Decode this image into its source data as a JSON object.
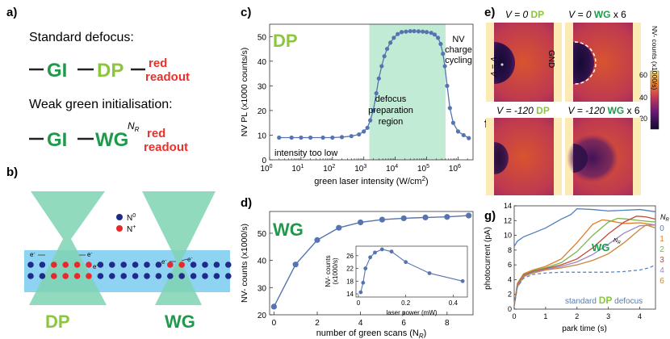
{
  "panel_a": {
    "label": "a)",
    "standard_heading": "Standard defocus:",
    "weak_heading": "Weak green initialisation:",
    "gi": "GI",
    "dp": "DP",
    "wg": "WG",
    "nr": "N",
    "nr_sub": "R",
    "red": "red",
    "readout": "readout",
    "colors": {
      "green": "#1e9a4a",
      "light_green": "#8cc63f",
      "red": "#e8322d"
    }
  },
  "panel_b": {
    "label": "b)",
    "legend_n0": "N",
    "legend_n0_sup": "0",
    "legend_nplus": "N",
    "legend_nplus_sup": "+",
    "electron": "e",
    "electron_sup": "-",
    "dp": "DP",
    "wg": "WG",
    "colors": {
      "layer": "#8fd3f2",
      "beam": "#7fd3b2",
      "n0": "#1f2a8c",
      "nplus": "#e8292b"
    }
  },
  "chart_data": [
    {
      "panel": "c)",
      "type": "line",
      "overlay_label": "DP",
      "xlabel": "green laser intensity (W/cm",
      "xlabel_sup": "2",
      "xlabel_end": ")",
      "ylabel": "NV PL (x1000 counts/s)",
      "xscale": "log",
      "xlim": [
        1,
        3000000
      ],
      "ylim": [
        0,
        55
      ],
      "yticks": [
        0,
        10,
        20,
        30,
        40,
        50
      ],
      "xtick_labels": [
        "10",
        "10",
        "10",
        "10",
        "10",
        "10",
        "10"
      ],
      "xtick_exponents": [
        "0",
        "1",
        "2",
        "3",
        "4",
        "5",
        "6"
      ],
      "xtick_values": [
        1,
        10,
        100,
        1000,
        10000,
        100000,
        1000000
      ],
      "shaded_region": [
        1500,
        400000
      ],
      "annotations": {
        "low": "intensity too low",
        "region_1": "defocus",
        "region_2": "preparation",
        "region_3": "region",
        "cycling_1": "NV",
        "cycling_2": "charge",
        "cycling_3": "cycling"
      },
      "x": [
        2,
        5,
        10,
        20,
        50,
        100,
        200,
        400,
        700,
        1000,
        1300,
        1600,
        2000,
        2500,
        3000,
        3700,
        4500,
        5500,
        7000,
        9000,
        12000,
        16000,
        22000,
        30000,
        40000,
        55000,
        75000,
        100000,
        140000,
        180000,
        230000,
        280000,
        330000,
        380000,
        450000,
        550000,
        700000,
        1000000,
        1500000,
        2200000
      ],
      "y": [
        9,
        9,
        9,
        9,
        9,
        9,
        9.2,
        9.6,
        10.3,
        11.5,
        13,
        16,
        20,
        27,
        33,
        38,
        42,
        45,
        47.5,
        49.5,
        51,
        51.8,
        52,
        52.2,
        52.2,
        52.1,
        52,
        51.8,
        51.5,
        50.8,
        49.5,
        47,
        43,
        38,
        30,
        21,
        15,
        11.5,
        10,
        8.8
      ]
    },
    {
      "panel": "d)",
      "type": "line",
      "overlay_label": "WG",
      "xlabel": "number of green scans (N",
      "xlabel_sub": "R",
      "xlabel_end": ")",
      "ylabel": "NV- counts (x1000/s)",
      "xlim": [
        -0.2,
        9.2
      ],
      "ylim": [
        20,
        58
      ],
      "xticks": [
        0,
        2,
        4,
        6,
        8
      ],
      "yticks": [
        20,
        30,
        40,
        50
      ],
      "x": [
        0,
        1,
        2,
        3,
        4,
        5,
        6,
        7,
        8,
        9
      ],
      "y": [
        23,
        38.5,
        47.5,
        52,
        54,
        55,
        55.5,
        55.8,
        56,
        56.5
      ],
      "inset": {
        "type": "line",
        "xlabel": "laser power (mW)",
        "ylabel_1": "NV- counts",
        "ylabel_2": "(x1000/s)",
        "xlim": [
          -0.01,
          0.46
        ],
        "ylim": [
          13,
          29
        ],
        "xticks": [
          0,
          0.2,
          0.4
        ],
        "xtick_labels": [
          "0",
          "0.2",
          "0.4"
        ],
        "yticks": [
          14,
          18,
          22,
          26
        ],
        "x": [
          0.01,
          0.02,
          0.03,
          0.05,
          0.07,
          0.1,
          0.14,
          0.2,
          0.3,
          0.44
        ],
        "y": [
          14.5,
          17.5,
          22,
          25.5,
          27,
          28,
          27.3,
          24,
          20.5,
          18
        ]
      }
    },
    {
      "panel": "g)",
      "type": "line",
      "overlay_label": "WG",
      "nr_label": "N",
      "nr_label_sub": "R",
      "xlabel": "park time (s)",
      "ylabel": "photocurrent (pA)",
      "xlim": [
        0,
        4.5
      ],
      "ylim": [
        0,
        14
      ],
      "xticks": [
        0,
        1,
        2,
        3,
        4
      ],
      "yticks": [
        0,
        2,
        4,
        6,
        8,
        10,
        12,
        14
      ],
      "legend_title": "N",
      "legend_title_sub": "R",
      "legend_placement": "right",
      "standard_label_1": "standard",
      "standard_label_dp": "DP",
      "standard_label_2": "defocus",
      "series": [
        {
          "name": "0",
          "color": "#4f7fbf",
          "x": [
            0,
            0.1,
            0.3,
            0.6,
            1.0,
            1.5,
            1.8,
            2.0,
            2.5,
            3.0,
            3.5,
            4.0,
            4.5
          ],
          "y": [
            8.5,
            9.2,
            9.8,
            10.3,
            11.0,
            12.2,
            12.8,
            13.6,
            13.5,
            13.3,
            13.4,
            13.5,
            13.2
          ]
        },
        {
          "name": "1",
          "color": "#e07a28",
          "x": [
            0,
            0.1,
            0.3,
            0.6,
            1.0,
            1.5,
            2.0,
            2.5,
            2.8,
            3.0,
            3.5,
            4.0,
            4.5
          ],
          "y": [
            0.5,
            3.5,
            4.8,
            5.3,
            5.8,
            6.8,
            9.0,
            11.5,
            12.1,
            12.0,
            11.6,
            11.7,
            11.4
          ]
        },
        {
          "name": "2",
          "color": "#7ab648",
          "x": [
            0,
            0.1,
            0.3,
            0.6,
            1.0,
            1.5,
            2.0,
            2.5,
            3.0,
            3.3,
            3.6,
            4.0,
            4.5
          ],
          "y": [
            0.5,
            3.3,
            4.7,
            5.2,
            5.6,
            6.3,
            7.8,
            10.0,
            11.8,
            12.3,
            12.2,
            12.0,
            11.8
          ]
        },
        {
          "name": "3",
          "color": "#c24a3a",
          "x": [
            0,
            0.1,
            0.3,
            0.6,
            1.0,
            1.5,
            2.0,
            2.5,
            3.0,
            3.5,
            3.9,
            4.2,
            4.5
          ],
          "y": [
            0.5,
            3.2,
            4.6,
            5.1,
            5.5,
            6.0,
            6.8,
            8.3,
            10.2,
            11.8,
            12.6,
            12.5,
            12.2
          ]
        },
        {
          "name": "4",
          "color": "#9a87c6",
          "x": [
            0,
            0.1,
            0.3,
            0.6,
            1.0,
            1.5,
            2.0,
            2.5,
            3.0,
            3.5,
            4.0,
            4.5
          ],
          "y": [
            0.5,
            3.1,
            4.5,
            5.0,
            5.4,
            5.8,
            6.4,
            7.4,
            8.8,
            10.3,
            11.3,
            11.4
          ]
        },
        {
          "name": "6",
          "color": "#c9853a",
          "x": [
            0,
            0.1,
            0.3,
            0.6,
            1.0,
            1.5,
            2.0,
            2.5,
            3.0,
            3.5,
            4.0,
            4.2,
            4.5
          ],
          "y": [
            0.5,
            3.0,
            4.4,
            4.9,
            5.3,
            5.6,
            6.0,
            6.6,
            7.5,
            9.0,
            10.8,
            11.4,
            11.0
          ]
        }
      ],
      "dashed_series": {
        "name": "standard DP defocus",
        "color": "#4f7fbf",
        "x": [
          0,
          0.1,
          0.3,
          0.6,
          1.0,
          1.5,
          2.0,
          2.5,
          3.0,
          3.5,
          4.0,
          4.3,
          4.5
        ],
        "y": [
          0.4,
          3.0,
          4.2,
          4.7,
          4.9,
          5.0,
          5.0,
          5.0,
          5.0,
          5.1,
          5.3,
          5.6,
          6.0
        ]
      }
    }
  ],
  "panel_e": {
    "label": "e)",
    "title_left_prefix": "V = 0 ",
    "title_left_mode": "DP",
    "title_right_prefix": "V = 0 ",
    "title_right_mode": "WG",
    "title_right_suffix": " x 6",
    "electrode_v": "V = V",
    "gnd": "GND",
    "colorbar_label": "NV- counts (x1000/s)",
    "colorbar_ticks": [
      "60",
      "40",
      "20"
    ]
  },
  "panel_f": {
    "label": "f)",
    "title_left_prefix": "V = -120 ",
    "title_left_mode": "DP",
    "title_right_prefix": "V = -120 ",
    "title_right_mode": "WG",
    "title_right_suffix": " x 6"
  }
}
